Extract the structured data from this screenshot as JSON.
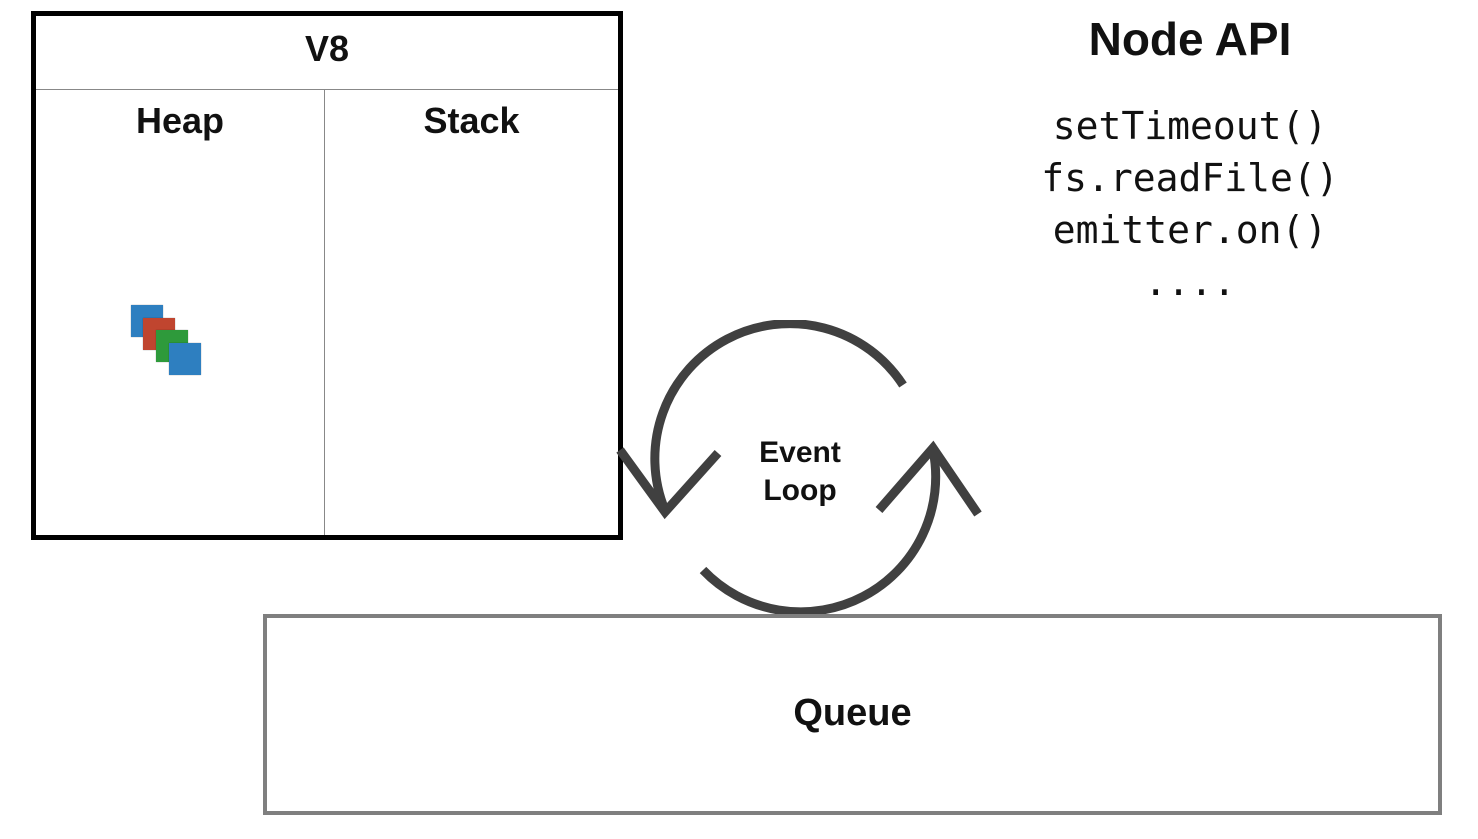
{
  "v8": {
    "title": "V8",
    "heap_label": "Heap",
    "stack_label": "Stack",
    "heap_object_colors": [
      "#2e7fc0",
      "#c0452f",
      "#2e9a3b",
      "#2e7fc0"
    ]
  },
  "node_api": {
    "title": "Node API",
    "items": [
      "setTimeout()",
      "fs.readFile()",
      "emitter.on()",
      "...."
    ]
  },
  "event_loop": {
    "label_line1": "Event",
    "label_line2": "Loop",
    "arrow_color": "#404040"
  },
  "queue": {
    "label": "Queue"
  }
}
